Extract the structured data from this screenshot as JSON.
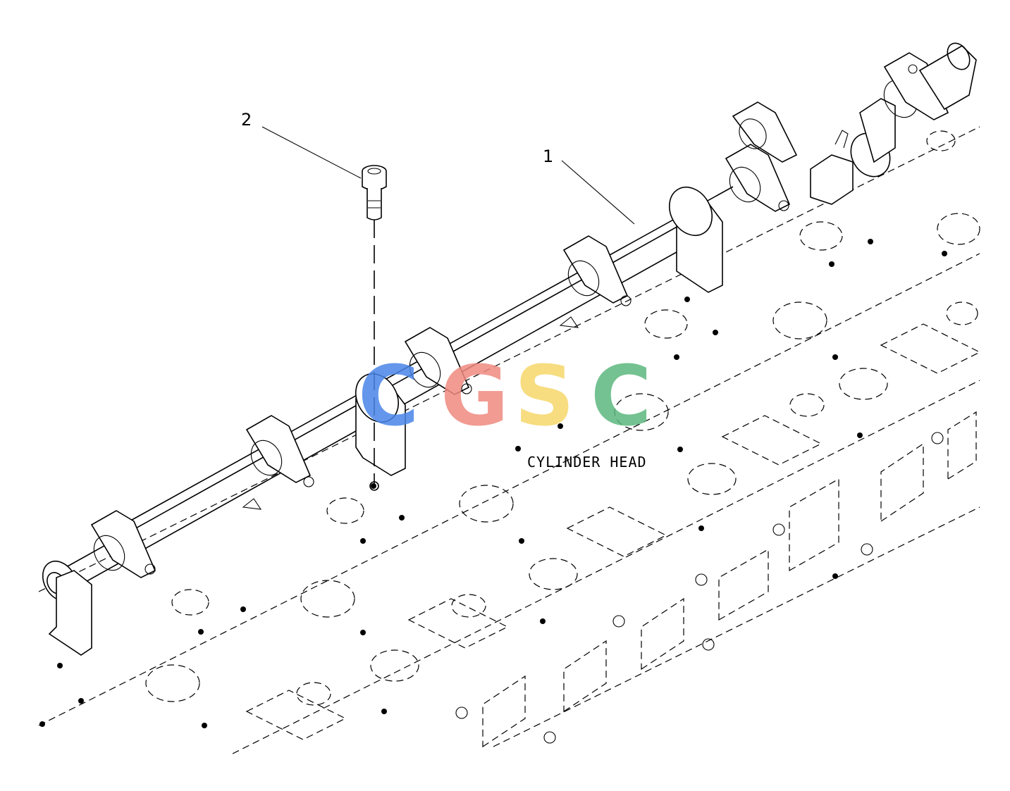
{
  "diagram": {
    "callouts": [
      {
        "id": "1",
        "text": "1"
      },
      {
        "id": "2",
        "text": "2"
      }
    ],
    "component_label": "CYLINDER HEAD",
    "watermark": {
      "letters": [
        "C",
        "G",
        "S",
        "C"
      ],
      "colors": [
        "#4a86e8",
        "#ef8a80",
        "#f6d86b",
        "#5cb87e"
      ]
    },
    "colors": {
      "line": "#000000",
      "background": "#ffffff"
    }
  }
}
